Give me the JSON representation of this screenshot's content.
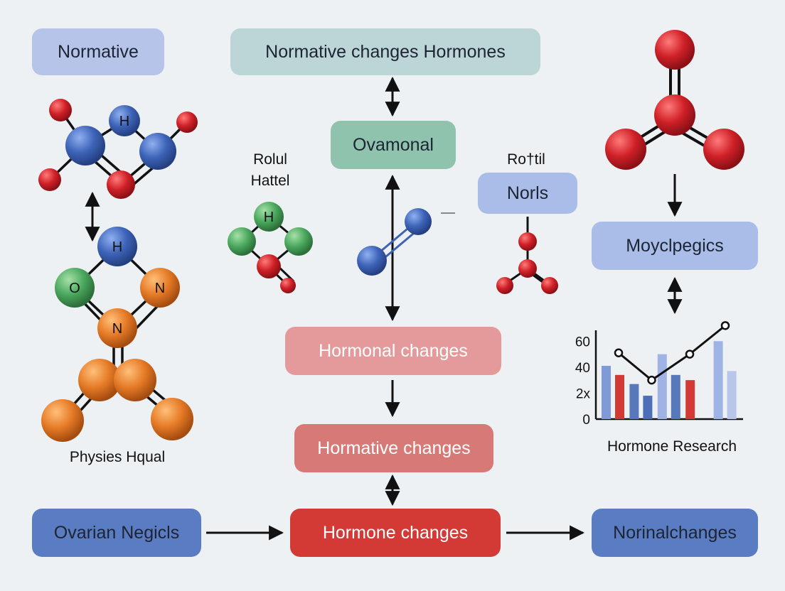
{
  "boxes": {
    "normative": "Normative",
    "normative_changes_hormones": "Normative changes Hormones",
    "ovamonal": "Ovamonal",
    "norls": "Norls",
    "moyclpegics": "Moyclpegics",
    "hormonal_changes": "Hormonal changes",
    "hormative_changes": "Hormative changes",
    "ovarian_negicls": "Ovarian Negicls",
    "hormone_changes": "Hormone changes",
    "norinalchanges": "Norinalchanges"
  },
  "labels": {
    "rolul": "Rolul",
    "hattel": "Hattel",
    "rottil": "Ro†til",
    "physies_hqual": "Physies Hqual",
    "hormone_research": "Hormone Research"
  },
  "atoms": {
    "h": "H",
    "o": "O",
    "n": "N"
  },
  "colors": {
    "background": "#eef1f4",
    "blue_light": "#aebde6",
    "teal_light": "#b9d3d3",
    "teal": "#8fc3ae",
    "salmon": "#e49a9a",
    "red_dark": "#d7413e",
    "blue_dark": "#5476bf",
    "atom_blue": "#3d63b8",
    "atom_red": "#cf2027",
    "atom_green": "#4aa85d",
    "atom_orange": "#e57a26"
  },
  "chart_data": {
    "type": "bar",
    "title": "Hormone Research",
    "y_tick_labels": [
      "0",
      "2x",
      "40",
      "60"
    ],
    "y_tick_values": [
      0,
      20,
      40,
      60
    ],
    "ylim": [
      0,
      70
    ],
    "bar_groups": [
      [
        {
          "value": 41,
          "color": "#7f9ad6"
        },
        {
          "value": 34,
          "color": "#d33a35"
        }
      ],
      [
        {
          "value": 27,
          "color": "#5778bb"
        },
        {
          "value": 18,
          "color": "#4c6fb7"
        }
      ],
      [
        {
          "value": 50,
          "color": "#9fb3e4"
        },
        {
          "value": 34,
          "color": "#5778bb"
        }
      ],
      [
        {
          "value": 30,
          "color": "#d33a35"
        }
      ],
      [
        {
          "value": 60,
          "color": "#9fb3e4"
        },
        {
          "value": 37,
          "color": "#b7c6ea"
        }
      ]
    ],
    "line_points": [
      51,
      30,
      50,
      72
    ]
  }
}
